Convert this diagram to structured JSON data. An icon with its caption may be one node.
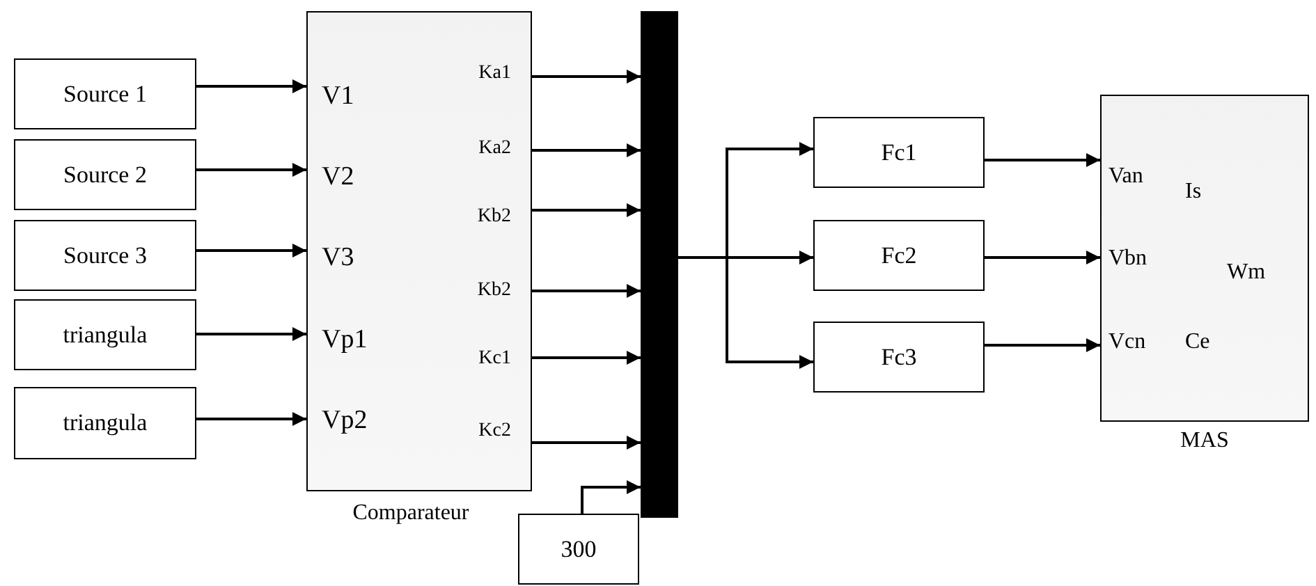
{
  "diagram": {
    "nodes": [
      {
        "text": [
          "Source 1"
        ]
      },
      {
        "text": [
          "Source 2"
        ]
      },
      {
        "text": [
          "Source 3"
        ]
      },
      {
        "text": [
          "triangula"
        ]
      },
      {
        "text": [
          "triangula"
        ]
      },
      {
        "text": [
          "V1",
          "V2",
          "V3",
          "Vp1",
          "Vp2",
          "Ka1",
          "Ka2",
          "Kb2",
          "Kb2",
          "Kc1",
          "Kc2"
        ],
        "beside": [
          "Comparateur"
        ]
      },
      {
        "text": [],
        "shape": "bar"
      },
      {
        "text": [
          "300"
        ]
      },
      {
        "text": [
          "Fc1"
        ]
      },
      {
        "text": [
          "Fc2"
        ]
      },
      {
        "text": [
          "Fc3"
        ]
      },
      {
        "text": [
          "Van",
          "Vbn",
          "Vcn",
          "Is",
          "Wm",
          "Ce"
        ],
        "beside": [
          "MAS"
        ]
      }
    ],
    "edges": [
      {
        "from": 0,
        "to": 5,
        "arrow": "to"
      },
      {
        "from": 1,
        "to": 5,
        "arrow": "to"
      },
      {
        "from": 2,
        "to": 5,
        "arrow": "to"
      },
      {
        "from": 3,
        "to": 5,
        "arrow": "to"
      },
      {
        "from": 4,
        "to": 5,
        "arrow": "to"
      },
      {
        "from": 5,
        "to": 6,
        "arrow": "to"
      },
      {
        "from": 5,
        "to": 6,
        "arrow": "to"
      },
      {
        "from": 5,
        "to": 6,
        "arrow": "to"
      },
      {
        "from": 5,
        "to": 6,
        "arrow": "to"
      },
      {
        "from": 5,
        "to": 6,
        "arrow": "to"
      },
      {
        "from": 5,
        "to": 6,
        "arrow": "to"
      },
      {
        "from": 7,
        "to": 6,
        "arrow": "to"
      },
      {
        "from": 6,
        "to": 8,
        "arrow": "to"
      },
      {
        "from": 6,
        "to": 9,
        "arrow": "to"
      },
      {
        "from": 6,
        "to": 10,
        "arrow": "to"
      },
      {
        "from": 8,
        "to": 11,
        "arrow": "to"
      },
      {
        "from": 9,
        "to": 11,
        "arrow": "to"
      },
      {
        "from": 10,
        "to": 11,
        "arrow": "to"
      }
    ]
  }
}
